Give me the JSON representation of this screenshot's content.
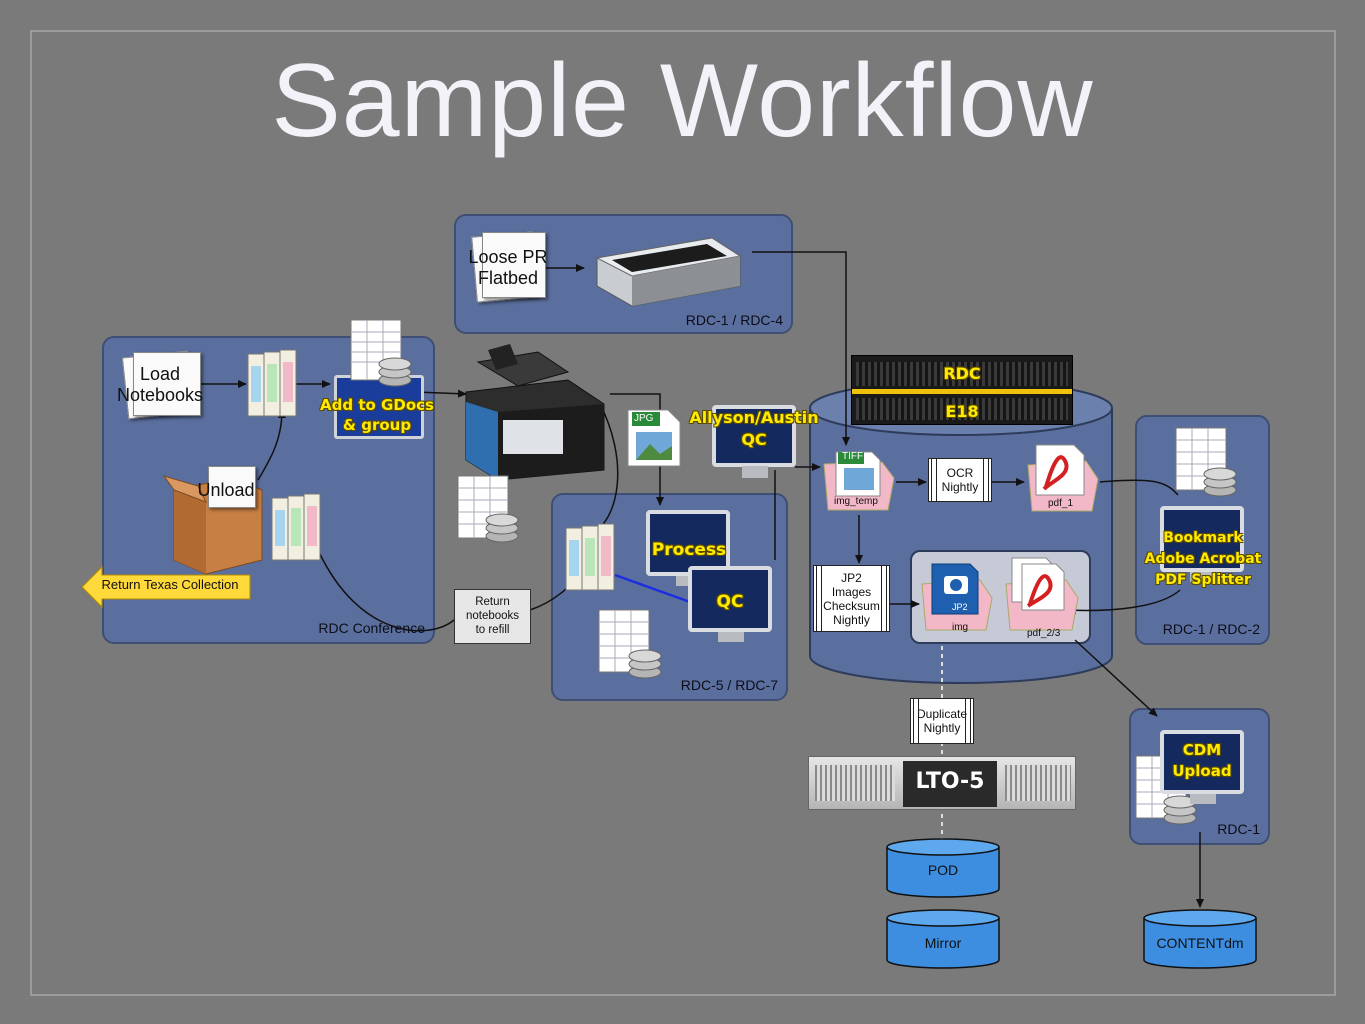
{
  "title": "Sample Workflow",
  "panels": {
    "flatbed": "RDC-1 / RDC-4",
    "conference": "RDC Conference",
    "process": "RDC-5 / RDC-7",
    "pdf": "RDC-1 / RDC-2",
    "cdm": "RDC-1"
  },
  "labels": {
    "loose_pr": "Loose PR\nFlatbed",
    "load_notebooks": "Load\nNotebooks",
    "unload": "Unload",
    "return_texas": "Return Texas Collection",
    "add_gdocs": "Add to GDocs\n& group",
    "allyson_qc": "Allyson/Austin\nQC",
    "process": "Process",
    "qc": "QC",
    "return_notebooks": "Return\nnotebooks\nto refill",
    "jpg": "JPG",
    "tiff": "TIFF",
    "img_temp": "img_temp",
    "ocr_nightly": "OCR\nNightly",
    "pdf_1": "pdf_1",
    "jp2_checksum": "JP2\nImages\nChecksum\nNightly",
    "img": "img",
    "jp2": "JP2",
    "pdf_23": "pdf_2/3",
    "bookmark": "Bookmark\nAdobe Acrobat\nPDF Splitter",
    "rdc": "RDC",
    "e18": "E18",
    "duplicate_nightly": "Duplicate\nNightly",
    "lto5": "LTO-5",
    "pod": "POD",
    "mirror": "Mirror",
    "cdm_upload": "CDM\nUpload",
    "contentdm": "CONTENTdm"
  },
  "colors": {
    "background": "#7a7a7a",
    "panel": "#5b6f9e",
    "highlight_text": "#ffea00",
    "cylinder": "#3d8ee0"
  }
}
